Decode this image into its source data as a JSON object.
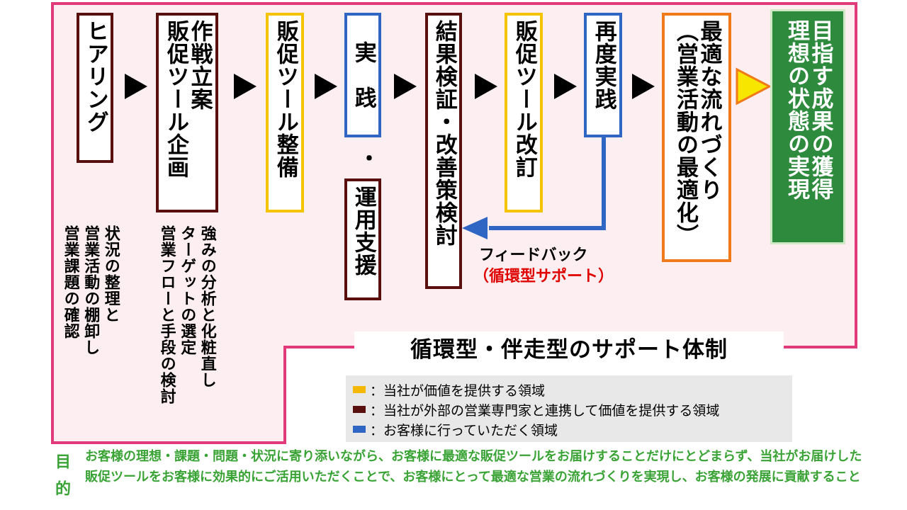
{
  "steps": [
    {
      "label": "ヒアリング"
    },
    {
      "label": "作戦立案\n販促ツール企画"
    },
    {
      "label": "販促ツール整備"
    },
    {
      "label": "実　践"
    },
    {
      "label": "・"
    },
    {
      "label": "運用支援"
    },
    {
      "label": "結果検証・改善策検討"
    },
    {
      "label": "販促ツール改訂"
    },
    {
      "label": "再度実践"
    },
    {
      "label": "最適な流れづくり\n（営業活動の最適化）"
    },
    {
      "label": "目指す成果の獲得\n理想の状態の実現"
    }
  ],
  "notes": {
    "hearing": "状況の整理と\n営業活動の棚卸し\n営業課題の確認",
    "strategy": "強みの分析と化粧直し\nターゲットの選定\n営業フローと手段の検討"
  },
  "feedback": {
    "line1": "フィードバック",
    "line2": "（循環型サポート）"
  },
  "support_title": "循環型・伴走型のサポート体制",
  "legend": [
    {
      "color": "#f5b800",
      "text": "：当社が価値を提供する領域"
    },
    {
      "color": "#5a0f0f",
      "text": "：当社が外部の営業専門家と連携して価値を提供する領域"
    },
    {
      "color": "#2f66c4",
      "text": "：お客様に行っていただく領域"
    }
  ],
  "purpose": {
    "label": "目的",
    "text": "お客様の理想・課題・問題・状況に寄り添いながら、お客様に最適な販促ツールをお届けすることだけにとどまらず、当社がお届けした販促ツールをお客様に効果的にご活用いただくことで、お客様にとって最適な営業の流れづくりを実現し、お客様の発展に貢献すること"
  },
  "colors": {
    "frame_pink": "#e03a7a",
    "frame_fill": "#fdeff1",
    "maroon": "#5a0f0f",
    "gold": "#f5c400",
    "blue": "#2f66c4",
    "orange": "#f07a1a",
    "green": "#2e8b3e",
    "accent_yellow": "#f7e600"
  }
}
